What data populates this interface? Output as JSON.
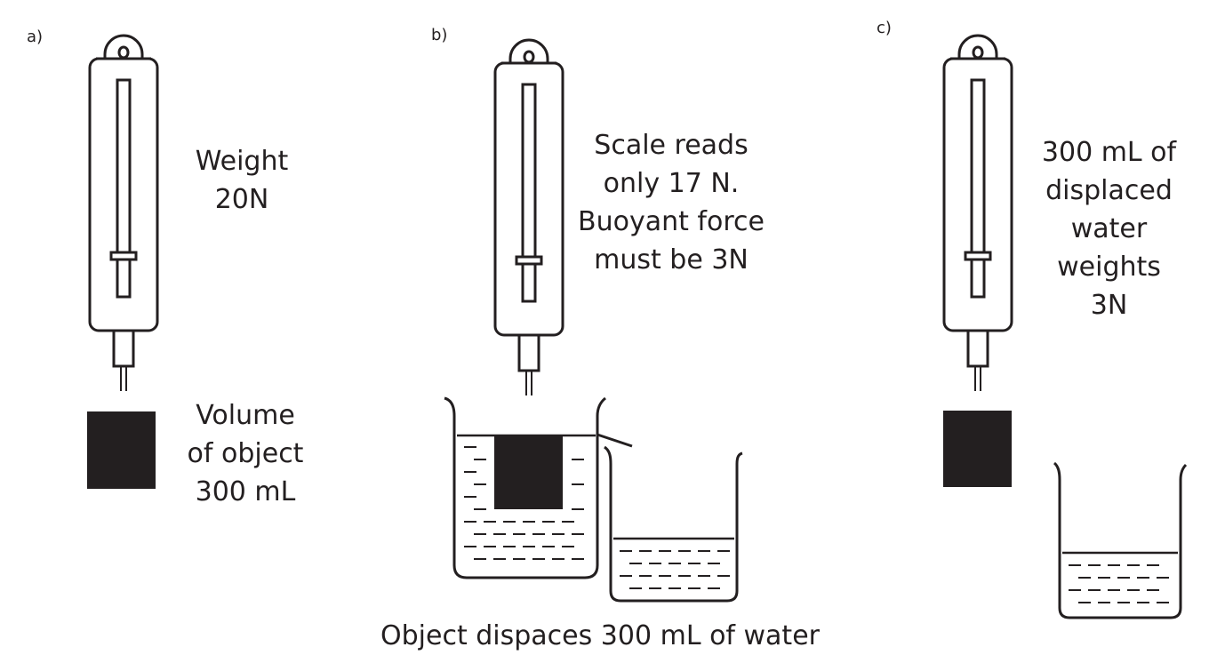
{
  "panels": {
    "a": {
      "label": "a)",
      "weight_text": [
        "Weight",
        "20N"
      ],
      "volume_text": [
        "Volume",
        "of object",
        "300 mL"
      ]
    },
    "b": {
      "label": "b)",
      "scale_text": [
        "Scale reads",
        "only 17 N.",
        "Buoyant force",
        "must be 3N"
      ]
    },
    "c": {
      "label": "c)",
      "displaced_text": [
        "300 mL of",
        "displaced",
        "water",
        "weights",
        "3N"
      ]
    }
  },
  "caption": "Object dispaces 300 mL of water"
}
